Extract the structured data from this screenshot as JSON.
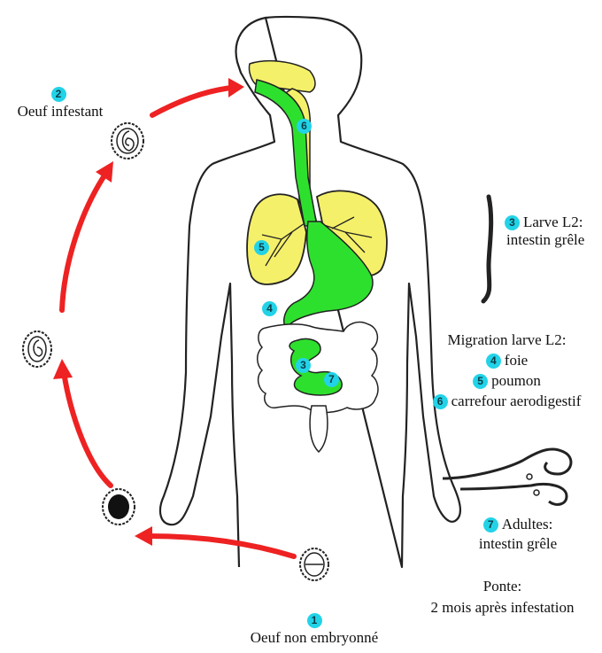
{
  "stages": {
    "s1": {
      "num": "1",
      "text": "Oeuf non embryonné"
    },
    "s2": {
      "num": "2",
      "text": "Oeuf infestant"
    },
    "s3": {
      "num": "3",
      "line1": "Larve L2:",
      "line2": "intestin grêle"
    },
    "migration": {
      "title": "Migration larve L2:",
      "items": [
        {
          "num": "4",
          "text": "foie"
        },
        {
          "num": "5",
          "text": "poumon"
        },
        {
          "num": "6",
          "text": "carrefour aerodigestif"
        }
      ]
    },
    "s7": {
      "num": "7",
      "line1": "Adultes:",
      "line2": "intestin grêle"
    },
    "ponte": {
      "line1": "Ponte:",
      "line2": "2 mois après infestation"
    }
  },
  "body_markers": [
    "6",
    "5",
    "4",
    "3",
    "7"
  ],
  "colors": {
    "arrow": "#ee2222",
    "badge": "#22d3e8",
    "trachea": "#f5f06a",
    "lung": "#f5f06a",
    "digestive": "#2ee02e",
    "outline": "#222222"
  }
}
